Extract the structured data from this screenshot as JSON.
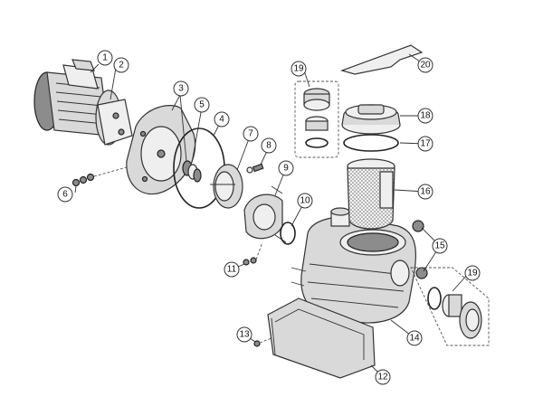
{
  "figure": {
    "colors": {
      "line": "#333333",
      "part_fill": "#d9d9d9",
      "dark_fill": "#8c8c8c",
      "light_fill": "#efefef",
      "background": "#ffffff"
    }
  },
  "callouts": [
    {
      "id": "c1",
      "label": "1"
    },
    {
      "id": "c2",
      "label": "2"
    },
    {
      "id": "c3",
      "label": "3"
    },
    {
      "id": "c4",
      "label": "4"
    },
    {
      "id": "c5",
      "label": "5"
    },
    {
      "id": "c6",
      "label": "6"
    },
    {
      "id": "c7",
      "label": "7"
    },
    {
      "id": "c8",
      "label": "8"
    },
    {
      "id": "c9",
      "label": "9"
    },
    {
      "id": "c10",
      "label": "10"
    },
    {
      "id": "c11",
      "label": "11"
    },
    {
      "id": "c12",
      "label": "12"
    },
    {
      "id": "c13",
      "label": "13"
    },
    {
      "id": "c14",
      "label": "14"
    },
    {
      "id": "c15",
      "label": "15"
    },
    {
      "id": "c16",
      "label": "16"
    },
    {
      "id": "c17",
      "label": "17"
    },
    {
      "id": "c18",
      "label": "18"
    },
    {
      "id": "c19a",
      "label": "19"
    },
    {
      "id": "c19b",
      "label": "19"
    },
    {
      "id": "c20",
      "label": "20"
    }
  ]
}
